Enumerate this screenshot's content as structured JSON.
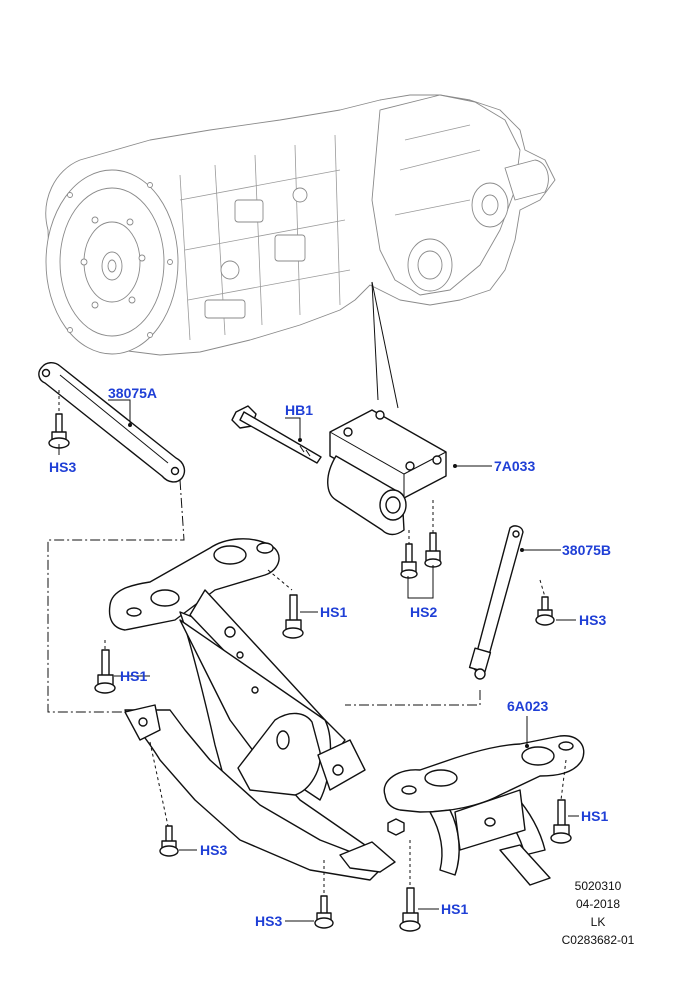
{
  "callouts": {
    "c38075A": "38075A",
    "cHS3_tl": "HS3",
    "cHB1": "HB1",
    "c7A033": "7A033",
    "c38075B": "38075B",
    "cHS1_a": "HS1",
    "cHS2": "HS2",
    "cHS3_r": "HS3",
    "cHS1_b": "HS1",
    "c6A023": "6A023",
    "cHS1_c": "HS1",
    "cHS3_bl": "HS3",
    "cHS3_b": "HS3",
    "cHS1_d": "HS1"
  },
  "footer": {
    "ref1": "5020310",
    "date": "04-2018",
    "initials": "LK",
    "ref2": "C0283682-01"
  }
}
